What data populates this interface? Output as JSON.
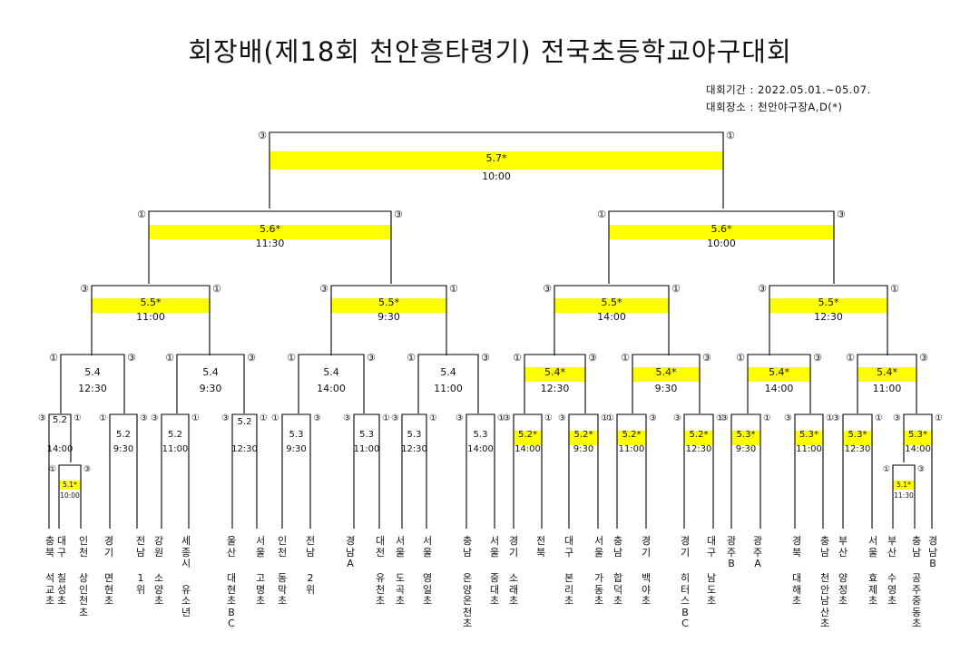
{
  "title": "회장배(제18회 천안흥타령기) 전국초등학교야구대회",
  "info": {
    "period_label": "대회기간",
    "period": "2022.05.01.~05.07.",
    "venue_label": "대회장소",
    "venue": "천안야구장A,D(*)"
  },
  "colors": {
    "highlight": "#ffff00",
    "line": "#000000"
  },
  "matches": [
    {
      "id": "final",
      "date": "5.7*",
      "time": "10:00",
      "left_mark": "③",
      "right_mark": "①",
      "highlight": true
    },
    {
      "id": "sf1",
      "date": "5.6*",
      "time": "11:30",
      "left_mark": "①",
      "right_mark": "③",
      "highlight": true
    },
    {
      "id": "sf2",
      "date": "5.6*",
      "time": "10:00",
      "left_mark": "①",
      "right_mark": "③",
      "highlight": true
    },
    {
      "id": "qf1",
      "date": "5.5*",
      "time": "11:00",
      "left_mark": "③",
      "right_mark": "①",
      "highlight": true
    },
    {
      "id": "qf2",
      "date": "5.5*",
      "time": "9:30",
      "left_mark": "③",
      "right_mark": "①",
      "highlight": true
    },
    {
      "id": "qf3",
      "date": "5.5*",
      "time": "14:00",
      "left_mark": "③",
      "right_mark": "①",
      "highlight": true
    },
    {
      "id": "qf4",
      "date": "5.5*",
      "time": "12:30",
      "left_mark": "③",
      "right_mark": "①",
      "highlight": true
    },
    {
      "id": "r16_1",
      "date": "5.4",
      "time": "12:30",
      "left_mark": "①",
      "right_mark": "③",
      "highlight": false
    },
    {
      "id": "r16_2",
      "date": "5.4",
      "time": "9:30",
      "left_mark": "①",
      "right_mark": "③",
      "highlight": false
    },
    {
      "id": "r16_3",
      "date": "5.4",
      "time": "14:00",
      "left_mark": "①",
      "right_mark": "③",
      "highlight": false
    },
    {
      "id": "r16_4",
      "date": "5.4",
      "time": "11:00",
      "left_mark": "①",
      "right_mark": "③",
      "highlight": false
    },
    {
      "id": "r16_5",
      "date": "5.4*",
      "time": "12:30",
      "left_mark": "①",
      "right_mark": "③",
      "highlight": true
    },
    {
      "id": "r16_6",
      "date": "5.4*",
      "time": "9:30",
      "left_mark": "①",
      "right_mark": "③",
      "highlight": true
    },
    {
      "id": "r16_7",
      "date": "5.4*",
      "time": "14:00",
      "left_mark": "①",
      "right_mark": "③",
      "highlight": true
    },
    {
      "id": "r16_8",
      "date": "5.4*",
      "time": "11:00",
      "left_mark": "①",
      "right_mark": "③",
      "highlight": true
    },
    {
      "id": "r32_1",
      "date": "5.2",
      "time": "14:00",
      "left_mark": "③",
      "right_mark": "①",
      "highlight": false
    },
    {
      "id": "r32_2",
      "date": "5.2",
      "time": "9:30",
      "left_mark": "①",
      "right_mark": "③",
      "highlight": false
    },
    {
      "id": "r32_3",
      "date": "5.2",
      "time": "11:00",
      "left_mark": "③",
      "right_mark": "①",
      "highlight": false
    },
    {
      "id": "r32_4",
      "date": "5.2",
      "time": "12:30",
      "left_mark": "③",
      "right_mark": "①",
      "highlight": false
    },
    {
      "id": "r32_5",
      "date": "5.3",
      "time": "9:30",
      "left_mark": "①",
      "right_mark": "③",
      "highlight": false
    },
    {
      "id": "r32_6",
      "date": "5.3",
      "time": "11:00",
      "left_mark": "③",
      "right_mark": "①",
      "highlight": false
    },
    {
      "id": "r32_7",
      "date": "5.3",
      "time": "12:30",
      "left_mark": "③",
      "right_mark": "①",
      "highlight": false
    },
    {
      "id": "r32_8",
      "date": "5.3",
      "time": "14:00",
      "left_mark": "③",
      "right_mark": "①",
      "highlight": false
    },
    {
      "id": "r32_9",
      "date": "5.2*",
      "time": "14:00",
      "left_mark": "③",
      "right_mark": "①",
      "highlight": true
    },
    {
      "id": "r32_10",
      "date": "5.2*",
      "time": "9:30",
      "left_mark": "③",
      "right_mark": "①",
      "highlight": true
    },
    {
      "id": "r32_11",
      "date": "5.2*",
      "time": "11:00",
      "left_mark": "①",
      "right_mark": "③",
      "highlight": true
    },
    {
      "id": "r32_12",
      "date": "5.2*",
      "time": "12:30",
      "left_mark": "③",
      "right_mark": "①",
      "highlight": true
    },
    {
      "id": "r32_13",
      "date": "5.3*",
      "time": "9:30",
      "left_mark": "③",
      "right_mark": "①",
      "highlight": true
    },
    {
      "id": "r32_14",
      "date": "5.3*",
      "time": "11:00",
      "left_mark": "③",
      "right_mark": "①",
      "highlight": true
    },
    {
      "id": "r32_15",
      "date": "5.3*",
      "time": "12:30",
      "left_mark": "③",
      "right_mark": "①",
      "highlight": true
    },
    {
      "id": "r32_16",
      "date": "5.3*",
      "time": "14:00",
      "left_mark": "③",
      "right_mark": "①",
      "highlight": true
    },
    {
      "id": "r64_1",
      "date": "5.1*",
      "time": "10:00",
      "left_mark": "①",
      "right_mark": "③",
      "highlight": true
    },
    {
      "id": "r64_2",
      "date": "5.1*",
      "time": "11:30",
      "left_mark": "①",
      "right_mark": "③",
      "highlight": true
    }
  ],
  "teams": [
    {
      "region": "충북",
      "school": "석교초"
    },
    {
      "region": "대구",
      "school": "칠성초"
    },
    {
      "region": "인천",
      "school": "상인천초"
    },
    {
      "region": "경기",
      "school": "면현초"
    },
    {
      "region": "전남",
      "school": "1위"
    },
    {
      "region": "강원",
      "school": "소양초"
    },
    {
      "region": "세종시",
      "school": "유소년"
    },
    {
      "region": "울산",
      "school": "대현초B C"
    },
    {
      "region": "서울",
      "school": "고명초"
    },
    {
      "region": "인천",
      "school": "동막초"
    },
    {
      "region": "전남",
      "school": "2위"
    },
    {
      "region": "경남A",
      "school": ""
    },
    {
      "region": "대전",
      "school": "유천초"
    },
    {
      "region": "서울",
      "school": "도곡초"
    },
    {
      "region": "서울",
      "school": "영일초"
    },
    {
      "region": "충남",
      "school": "온양온천초"
    },
    {
      "region": "서울",
      "school": "중대초"
    },
    {
      "region": "경기",
      "school": "소래초"
    },
    {
      "region": "전북",
      "school": ""
    },
    {
      "region": "대구",
      "school": "본리초"
    },
    {
      "region": "서울",
      "school": "가동초"
    },
    {
      "region": "충남",
      "school": "합덕초"
    },
    {
      "region": "경기",
      "school": "백야초"
    },
    {
      "region": "경기",
      "school": "히터스B C"
    },
    {
      "region": "대구",
      "school": "남도초"
    },
    {
      "region": "광주B",
      "school": ""
    },
    {
      "region": "광주A",
      "school": ""
    },
    {
      "region": "경북",
      "school": "대해초"
    },
    {
      "region": "충남",
      "school": "천안남산초"
    },
    {
      "region": "부산",
      "school": "양정초"
    },
    {
      "region": "서울",
      "school": "효제초"
    },
    {
      "region": "부산",
      "school": "수영초"
    },
    {
      "region": "충남",
      "school": "공주중동초"
    },
    {
      "region": "경남B",
      "school": ""
    }
  ]
}
